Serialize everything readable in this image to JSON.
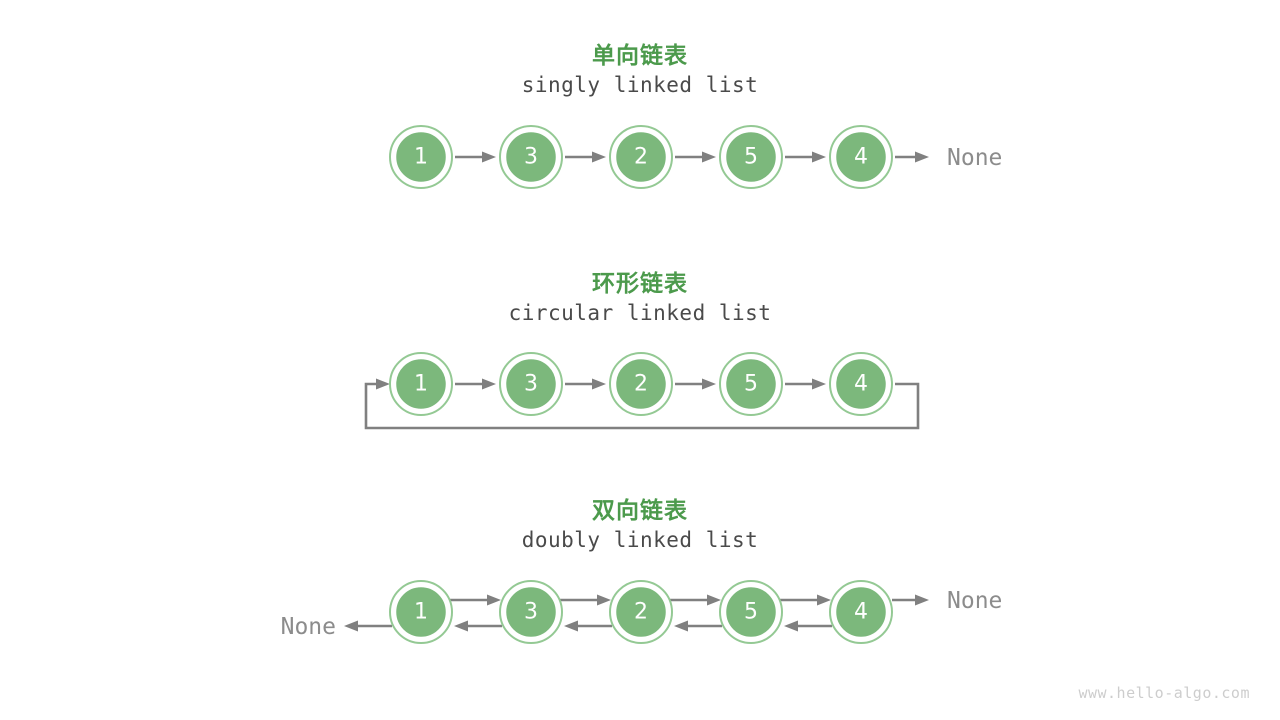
{
  "page": {
    "background": "#ffffff",
    "watermark": "www.hello-algo.com"
  },
  "theme": {
    "node_fill": "#7cb87c",
    "node_ring": "#94c994",
    "node_gap": "#ffffff",
    "node_text": "#ffffff",
    "arrow": "#808080",
    "title_green": "#4c9a4c",
    "subtitle_gray": "#4a4a4a",
    "none_gray": "#8c8c8c",
    "watermark_gray": "#cdcdcd"
  },
  "sections": [
    {
      "id": "singly",
      "title": "单向链表",
      "subtitle": "singly linked list",
      "nodes": [
        "1",
        "3",
        "2",
        "5",
        "4"
      ],
      "tail_label": "None",
      "head_label": null,
      "bidirectional": false,
      "circular": false
    },
    {
      "id": "circular",
      "title": "环形链表",
      "subtitle": "circular linked list",
      "nodes": [
        "1",
        "3",
        "2",
        "5",
        "4"
      ],
      "tail_label": null,
      "head_label": null,
      "bidirectional": false,
      "circular": true
    },
    {
      "id": "doubly",
      "title": "双向链表",
      "subtitle": "doubly linked list",
      "nodes": [
        "1",
        "3",
        "2",
        "5",
        "4"
      ],
      "tail_label": "None",
      "head_label": "None",
      "bidirectional": true,
      "circular": false
    }
  ]
}
